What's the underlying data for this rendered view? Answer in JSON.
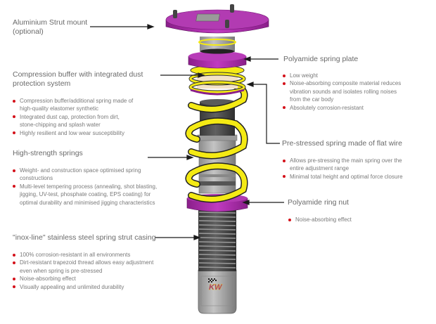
{
  "bullet_color": "#d4111a",
  "brand": {
    "logo_text": "KW"
  },
  "callouts": {
    "strut_mount": {
      "title_lines": [
        "Aluminium Strut mount",
        "(optional)"
      ],
      "bullets": []
    },
    "compression_buffer": {
      "title_lines": [
        "Compression buffer with integrated dust",
        "protection system"
      ],
      "bullets": [
        [
          "Compression buffer/additional spring made of",
          "high-quality elastomer synthetic"
        ],
        [
          "Integrated dust cap, protection from dirt,",
          "stone-chipping and splash water"
        ],
        [
          "Highly resilient and low wear susceptibility"
        ]
      ]
    },
    "springs": {
      "title_lines": [
        "High-strength springs"
      ],
      "bullets": [
        [
          "Weight- and construction space optimised spring",
          "constructions"
        ],
        [
          "Multi-level tempering process (annealing, shot blasting,",
          "jigging, UV-test, phosphate coating, EPS coating) for",
          "optimal durability and minimised jigging characteristics"
        ]
      ]
    },
    "casing": {
      "title_lines": [
        "\"inox-line\" stainless steel spring strut casing"
      ],
      "bullets": [
        [
          "100% corrosion-resistant in all environments"
        ],
        [
          "Dirt-resistant trapezoid thread allows easy adjustment",
          "even when spring is pre-stressed"
        ],
        [
          "Noise-absorbing effect"
        ],
        [
          "Visually appealing and unlimited durability"
        ]
      ]
    },
    "spring_plate": {
      "title_lines": [
        "Polyamide spring plate"
      ],
      "bullets": [
        [
          "Low weight"
        ],
        [
          "Noise-absorbing composite material reduces",
          "vibration sounds and isolates rolling noises",
          "from the  car body"
        ],
        [
          "Absolutely corrosion-resistant"
        ]
      ]
    },
    "flat_wire_spring": {
      "title_lines": [
        "Pre-stressed spring made of flat wire"
      ],
      "bullets": [
        [
          "Allows pre-stressing the main spring over the",
          "entire adjustment range"
        ],
        [
          "Minimal total height and optimal force closure"
        ]
      ]
    },
    "ring_nut": {
      "title_lines": [
        "Polyamide ring nut"
      ],
      "bullets": [
        [
          "Noise-absorbing effect"
        ]
      ]
    }
  }
}
